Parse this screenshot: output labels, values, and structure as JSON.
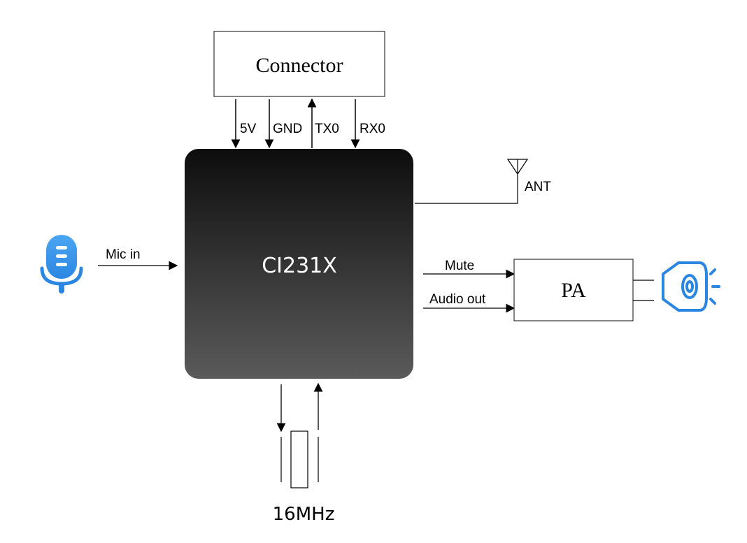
{
  "blocks": {
    "connector": "Connector",
    "chip": "CI231X",
    "pa": "PA"
  },
  "signals": {
    "v5": "5V",
    "gnd": "GND",
    "tx0": "TX0",
    "rx0": "RX0",
    "mic_in": "Mic in",
    "mute": "Mute",
    "audio_out": "Audio out"
  },
  "antenna_label": "ANT",
  "crystal_label": "16MHz",
  "icons": {
    "microphone": "microphone-icon",
    "speaker": "speaker-icon",
    "antenna": "antenna-icon",
    "crystal": "crystal-icon"
  },
  "colors": {
    "chip_top": "#0d0d0d",
    "chip_bottom": "#5a5a5a",
    "icon_blue": "#2b8be6",
    "line": "#000000"
  }
}
